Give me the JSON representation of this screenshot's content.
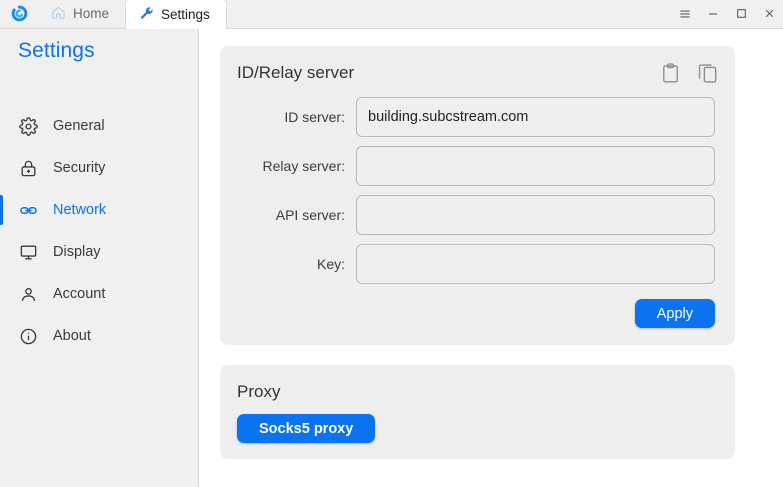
{
  "window": {
    "logo_icon": "app-logo-circular-arrow",
    "controls": [
      {
        "name": "menu",
        "glyph": "≡"
      },
      {
        "name": "minimize",
        "glyph": "—"
      },
      {
        "name": "maximize",
        "glyph": "□"
      },
      {
        "name": "close",
        "glyph": "✕"
      }
    ],
    "tabs": [
      {
        "label": "Home",
        "icon": "home-icon",
        "active": false
      },
      {
        "label": "Settings",
        "icon": "wrench-icon",
        "active": true
      }
    ]
  },
  "sidebar": {
    "title": "Settings",
    "items": [
      {
        "label": "General",
        "icon": "gear-icon",
        "active": false
      },
      {
        "label": "Security",
        "icon": "lock-icon",
        "active": false
      },
      {
        "label": "Network",
        "icon": "link-icon",
        "active": true
      },
      {
        "label": "Display",
        "icon": "monitor-icon",
        "active": false
      },
      {
        "label": "Account",
        "icon": "person-icon",
        "active": false
      },
      {
        "label": "About",
        "icon": "info-icon",
        "active": false
      }
    ]
  },
  "main": {
    "id_relay_card": {
      "title": "ID/Relay server",
      "paste_icon": "clipboard-paste-icon",
      "copy_icon": "copy-icon",
      "fields": [
        {
          "label": "ID server:",
          "value": "building.subcstream.com",
          "placeholder": ""
        },
        {
          "label": "Relay server:",
          "value": "",
          "placeholder": ""
        },
        {
          "label": "API server:",
          "value": "",
          "placeholder": ""
        },
        {
          "label": "Key:",
          "value": "",
          "placeholder": ""
        }
      ],
      "apply_label": "Apply"
    },
    "proxy_card": {
      "title": "Proxy",
      "socks5_label": "Socks5 proxy"
    }
  },
  "colors": {
    "accent": "#0b72f0",
    "sidebar_bg": "#f0f0f0",
    "card_bg": "#eeeeee",
    "content_bg": "#ffffff",
    "text": "#3a3a3a"
  }
}
